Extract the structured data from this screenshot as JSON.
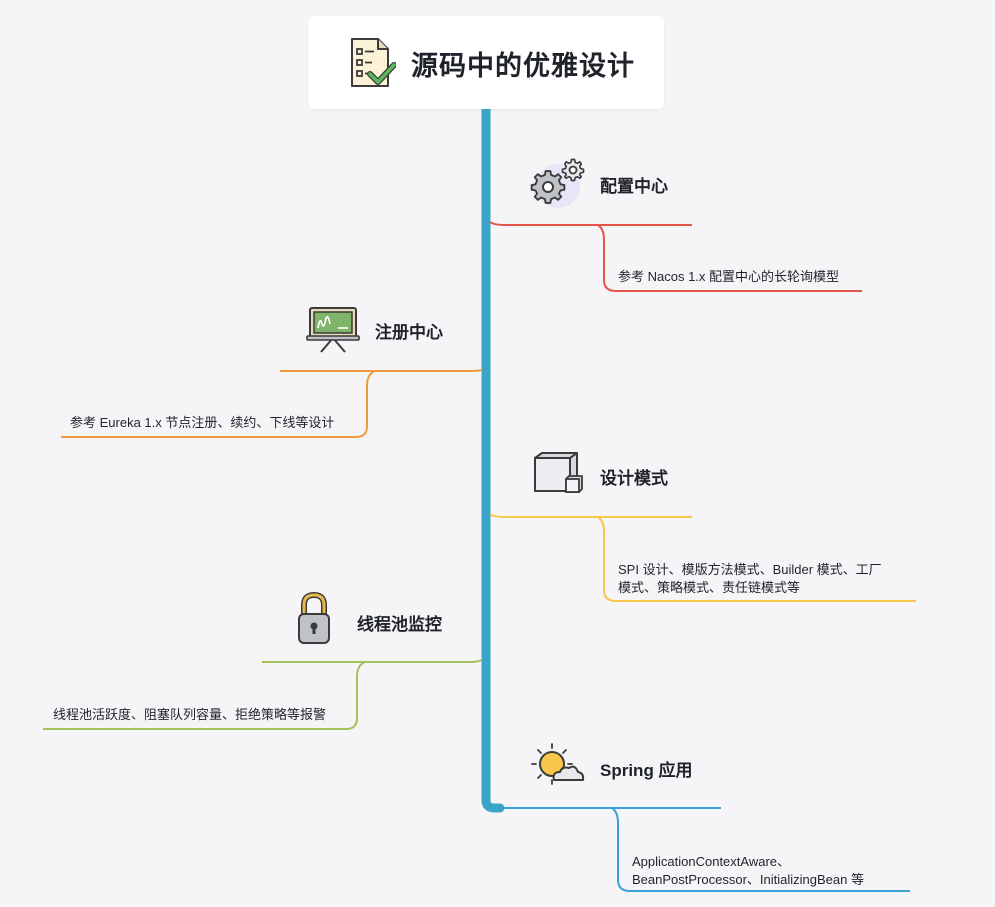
{
  "root": {
    "title": "源码中的优雅设计",
    "icon": "checklist-icon"
  },
  "topics": [
    {
      "id": "config",
      "label": "配置中心",
      "icon": "gears-icon",
      "color": "#e5544b",
      "detail": "参考 Nacos 1.x 配置中心的长轮询模型"
    },
    {
      "id": "registry",
      "label": "注册中心",
      "icon": "presentation-board-icon",
      "color": "#f39b3c",
      "detail": "参考 Eureka 1.x 节点注册、续约、下线等设计"
    },
    {
      "id": "pattern",
      "label": "设计模式",
      "icon": "cube-boxes-icon",
      "color": "#f7c64a",
      "detail_lines": [
        "SPI 设计、模版方法模式、Builder 模式、工厂",
        "模式、策略模式、责任链模式等"
      ]
    },
    {
      "id": "threadpool",
      "label": "线程池监控",
      "icon": "padlock-icon",
      "color": "#a4c05a",
      "detail": "线程池活跃度、阻塞队列容量、拒绝策略等报警"
    },
    {
      "id": "spring",
      "label": "Spring 应用",
      "icon": "sun-cloud-icon",
      "color": "#3aa0d5",
      "detail_lines": [
        "ApplicationContextAware、",
        "BeanPostProcessor、InitializingBean 等"
      ]
    }
  ],
  "colors": {
    "trunk": "#3ba4c9",
    "background": "#f5f5f7"
  }
}
